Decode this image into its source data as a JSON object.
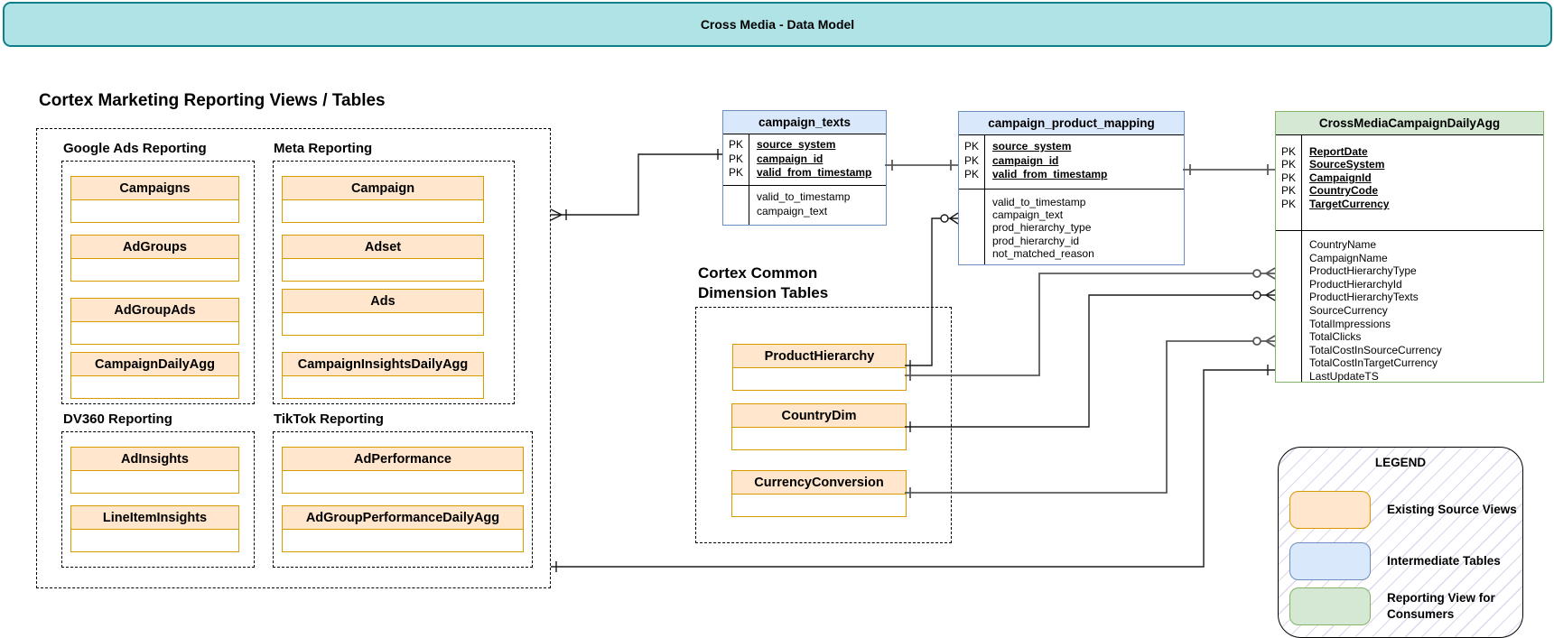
{
  "banner": {
    "title": "Cross Media - Data Model"
  },
  "marketing": {
    "title": "Cortex Marketing Reporting Views / Tables",
    "groups": [
      {
        "label": "Google Ads Reporting",
        "tables": [
          "Campaigns",
          "AdGroups",
          "AdGroupAds",
          "CampaignDailyAgg"
        ]
      },
      {
        "label": "Meta Reporting",
        "tables": [
          "Campaign",
          "Adset",
          "Ads",
          "CampaignInsightsDailyAgg"
        ]
      },
      {
        "label": "DV360 Reporting",
        "tables": [
          "AdInsights",
          "LineItemInsights"
        ]
      },
      {
        "label": "TikTok Reporting",
        "tables": [
          "AdPerformance",
          "AdGroupPerformanceDailyAgg"
        ]
      }
    ]
  },
  "dimensions": {
    "title_line1": "Cortex Common",
    "title_line2": "Dimension Tables",
    "tables": [
      "ProductHierarchy",
      "CountryDim",
      "CurrencyConversion"
    ]
  },
  "er": {
    "pk": "PK",
    "campaign_texts": {
      "name": "campaign_texts",
      "pk_fields": [
        "source_system",
        "campaign_id",
        "valid_from_timestamp"
      ],
      "fields": [
        "valid_to_timestamp",
        "campaign_text"
      ]
    },
    "campaign_product_mapping": {
      "name": "campaign_product_mapping",
      "pk_fields": [
        "source_system",
        "campaign_id",
        "valid_from_timestamp"
      ],
      "fields": [
        "valid_to_timestamp",
        "campaign_text",
        "prod_hierarchy_type",
        "prod_hierarchy_id",
        "not_matched_reason"
      ]
    },
    "cross_media": {
      "name": "CrossMediaCampaignDailyAgg",
      "pk_fields": [
        "ReportDate",
        "SourceSystem",
        "CampaignId",
        "CountryCode",
        "TargetCurrency"
      ],
      "fields": [
        "CountryName",
        "CampaignName",
        "ProductHierarchyType",
        "ProductHierarchyId",
        "ProductHierarchyTexts",
        "SourceCurrency",
        "TotalImpressions",
        "TotalClicks",
        "TotalCostInSourceCurrency",
        "TotalCostInTargetCurrency",
        "LastUpdateTS"
      ]
    }
  },
  "legend": {
    "title": "LEGEND",
    "items": [
      {
        "label": "Existing Source Views"
      },
      {
        "label": "Intermediate Tables"
      },
      {
        "label": "Reporting View for Consumers"
      }
    ]
  },
  "colors": {
    "banner_fill": "#b0e3e6",
    "banner_stroke": "#0e8088",
    "source_fill": "#ffe6cc",
    "source_stroke": "#d79b00",
    "intermediate_fill": "#dae8fc",
    "intermediate_stroke": "#6c8ebf",
    "reporting_fill": "#d5e8d4",
    "reporting_stroke": "#82b366",
    "line_dark": "#1a1a1a",
    "line_gray": "#595959"
  }
}
